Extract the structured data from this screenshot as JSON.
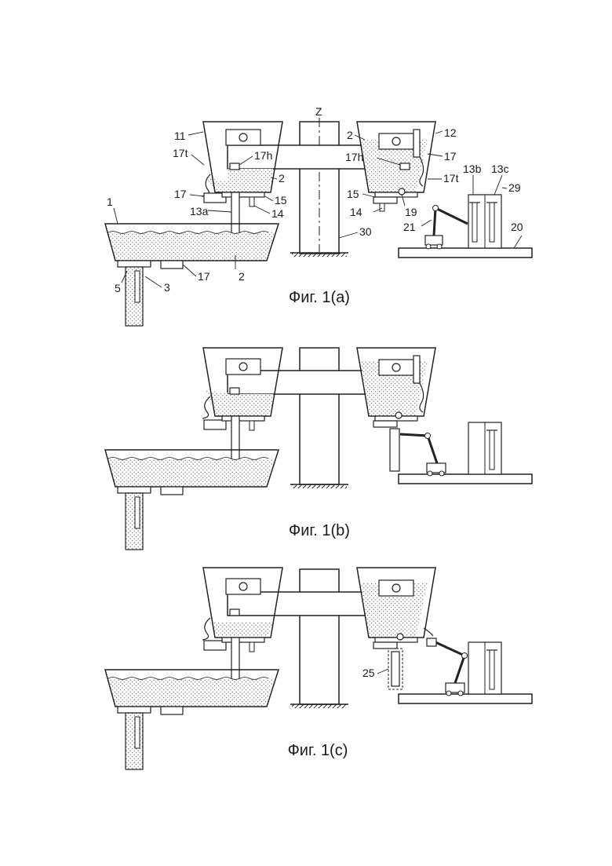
{
  "figures": [
    {
      "caption": "Фиг. 1(a)",
      "labels": {
        "z": "Z",
        "tundish_left": "11",
        "tundish_right": "12",
        "melt_right": "2",
        "melt_left_upper": "2",
        "melt_mold": "2",
        "mold": "1",
        "hose_left": "17t",
        "hose_right": "17t",
        "head_left": "17h",
        "head_right": "17h",
        "actuator_left": "17",
        "actuator_right": "17",
        "actuator_mold": "17",
        "plate_left": "15",
        "plate_right": "15",
        "rod_left": "14",
        "rod_right": "14",
        "nozzle": "13a",
        "nozzle_spare_b": "13b",
        "nozzle_spare_c": "13c",
        "rack": "29",
        "table": "20",
        "robot": "21",
        "gripper": "19",
        "column": "30",
        "strand": "3",
        "strand_gate": "5"
      }
    },
    {
      "caption": "Фиг. 1(b)"
    },
    {
      "caption": "Фиг. 1(c)",
      "labels": {
        "removed_nozzle": "25"
      }
    }
  ]
}
